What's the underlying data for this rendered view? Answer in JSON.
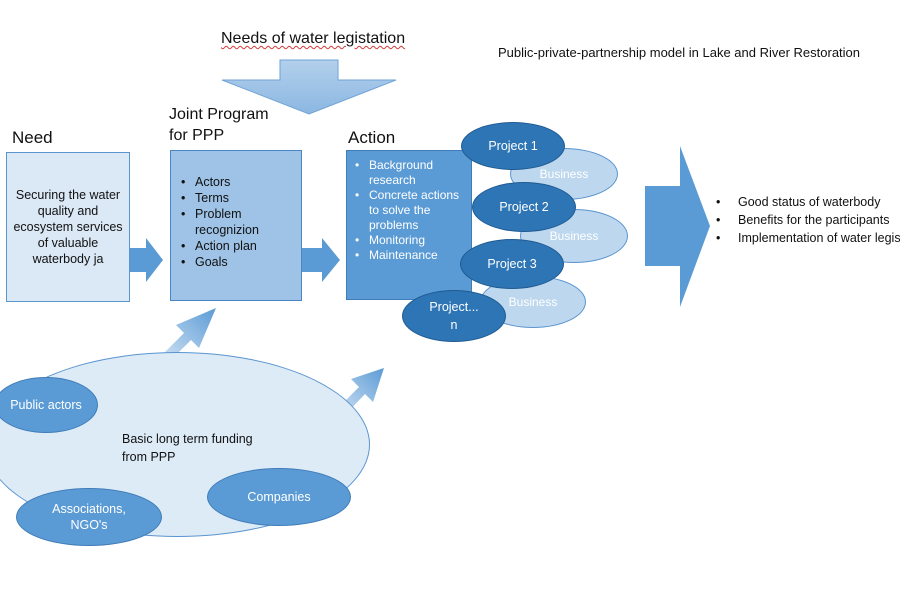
{
  "titles": {
    "legislation": "Needs of water legistation",
    "model": "Public-private-partnership model in Lake and River Restoration"
  },
  "need": {
    "heading": "Need",
    "text": "Securing the water quality and ecosystem services of valuable waterbody ja"
  },
  "joint_program": {
    "heading_line1": "Joint Program",
    "heading_line2": "for PPP",
    "items": [
      "Actors",
      "Terms",
      "Problem recognizion",
      "Action plan",
      "Goals"
    ]
  },
  "action": {
    "heading": "Action",
    "items": [
      "Background research",
      "Concrete actions to solve the problems",
      "Monitoring",
      "Maintenance"
    ]
  },
  "projects": [
    {
      "label": "Project 1",
      "business": "Business"
    },
    {
      "label": "Project 2",
      "business": "Business"
    },
    {
      "label": "Project 3",
      "business": "Business"
    },
    {
      "label_line1": "Project...",
      "label_line2": "n"
    }
  ],
  "funding": {
    "label_line1": "Basic long term funding",
    "label_line2": "from PPP",
    "public_actors": "Public actors",
    "associations_line1": "Associations,",
    "associations_line2": "NGO's",
    "companies": "Companies"
  },
  "outcomes": [
    "Good status of waterbody",
    "Benefits for the participants",
    "Implementation of water legislation"
  ],
  "colors": {
    "arrow": "#5b9bd5",
    "action_fill": "#5b9bd5",
    "joint_fill": "#9ec3e6",
    "need_fill": "#dbe8f5",
    "project_fill": "#2e75b6",
    "business_fill": "#bdd7ee",
    "funding_fill": "#ddebf7"
  }
}
